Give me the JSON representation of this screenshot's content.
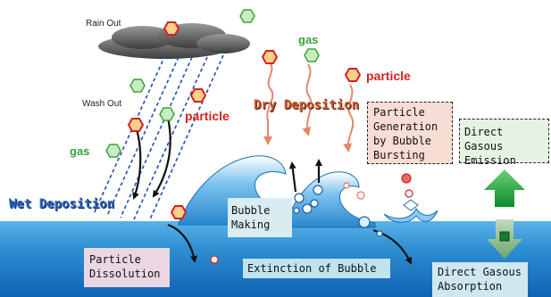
{
  "labels": {
    "rain_out": "Rain Out",
    "wash_out": "Wash Out",
    "gas_left": "gas",
    "gas_top": "gas",
    "particle_left": "particle",
    "particle_right": "particle",
    "dry_deposition": "Dry Deposition",
    "wet_deposition": "Wet Deposition",
    "particle_generation": [
      "Particle",
      "Generation",
      "by Bubble",
      "Bursting"
    ],
    "direct_gasous_emission": [
      "Direct Gasous",
      "Emission"
    ],
    "bubble_making": [
      "Bubble",
      "Making"
    ],
    "particle_dissolution": [
      "Particle",
      "Dissolution"
    ],
    "extinction_of_bubble": "Extinction of Bubble",
    "direct_gasous_absorption": [
      "Direct Gasous",
      "Absorption"
    ]
  },
  "colors": {
    "gas_marker": "#3aa33a",
    "particle_marker": "#d62020",
    "dry_arrow": "#e3876a",
    "emission_arrow": "#19a340",
    "sea": "#2f8fd1",
    "rain_line": "#1f4fb0"
  }
}
